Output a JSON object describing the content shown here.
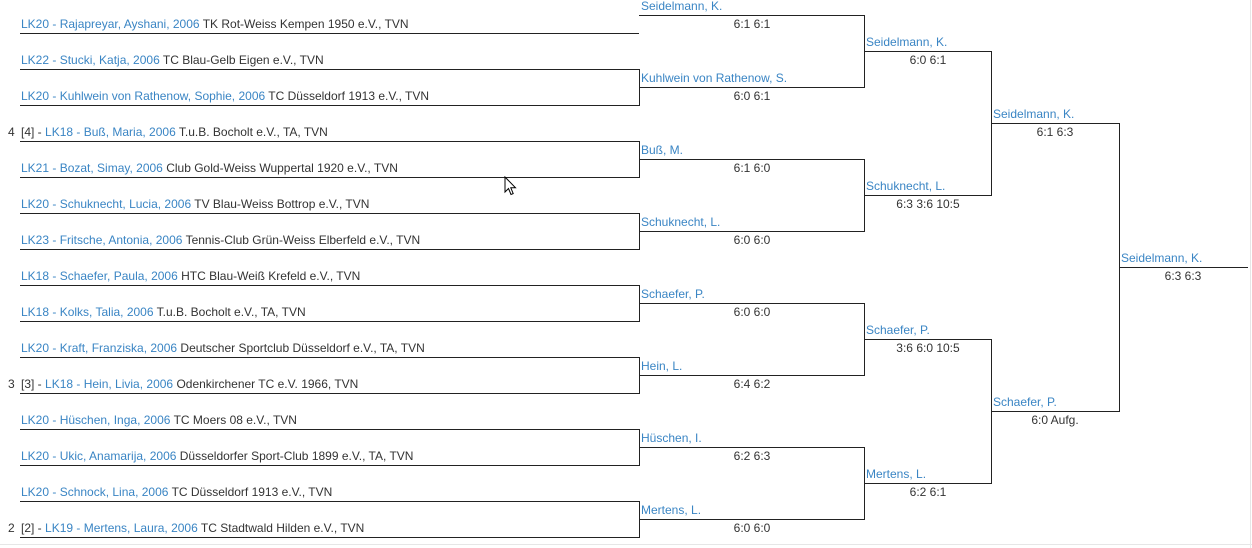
{
  "colors": {
    "link": "#3a85c4",
    "text": "#333333",
    "line": "#222222"
  },
  "round1": [
    {
      "seed": "",
      "player": "LK20 - Rajapreyar, Ayshani, 2006",
      "club": "TK Rot-Weiss Kempen 1950 e.V., TVN"
    },
    {
      "seed": "",
      "player": "LK22 - Stucki, Katja, 2006",
      "club": "TC Blau-Gelb Eigen e.V., TVN"
    },
    {
      "seed": "",
      "player": "LK20 - Kuhlwein von Rathenow, Sophie, 2006",
      "club": "TC Düsseldorf 1913 e.V., TVN"
    },
    {
      "seed": "4",
      "player": "LK18 - Buß, Maria, 2006",
      "seed_tag": "[4] - ",
      "club": "T.u.B. Bocholt e.V., TA, TVN"
    },
    {
      "seed": "",
      "player": "LK21 - Bozat, Simay, 2006",
      "club": "Club Gold-Weiss Wuppertal 1920 e.V., TVN"
    },
    {
      "seed": "",
      "player": "LK20 - Schuknecht, Lucia, 2006",
      "club": "TV Blau-Weiss Bottrop e.V., TVN"
    },
    {
      "seed": "",
      "player": "LK23 - Fritsche, Antonia, 2006",
      "club": "Tennis-Club Grün-Weiss Elberfeld e.V., TVN"
    },
    {
      "seed": "",
      "player": "LK18 - Schaefer, Paula, 2006",
      "club": "HTC Blau-Weiß Krefeld e.V., TVN"
    },
    {
      "seed": "",
      "player": "LK18 - Kolks, Talia, 2006",
      "club": "T.u.B. Bocholt e.V., TA, TVN"
    },
    {
      "seed": "",
      "player": "LK20 - Kraft, Franziska, 2006",
      "club": "Deutscher Sportclub Düsseldorf e.V., TA, TVN"
    },
    {
      "seed": "3",
      "player": "LK18 - Hein, Livia, 2006",
      "seed_tag": "[3] - ",
      "club": "Odenkirchener TC e.V. 1966, TVN"
    },
    {
      "seed": "",
      "player": "LK20 - Hüschen, Inga, 2006",
      "club": "TC Moers 08 e.V., TVN"
    },
    {
      "seed": "",
      "player": "LK20 - Ukic, Anamarija, 2006",
      "club": "Düsseldorfer Sport-Club 1899 e.V., TA, TVN"
    },
    {
      "seed": "",
      "player": "LK20 - Schnock, Lina, 2006",
      "club": "TC Düsseldorf 1913 e.V., TVN"
    },
    {
      "seed": "2",
      "player": "LK19 - Mertens, Laura, 2006",
      "seed_tag": "[2] - ",
      "club": "TC Stadtwald Hilden e.V., TVN"
    }
  ],
  "round2": [
    {
      "winner": "Seidelmann, K.",
      "score": "6:1 6:1"
    },
    {
      "winner": "Kuhlwein von Rathenow, S.",
      "score": "6:0 6:1"
    },
    {
      "winner": "Buß, M.",
      "score": "6:1 6:0"
    },
    {
      "winner": "Schuknecht, L.",
      "score": "6:0 6:0"
    },
    {
      "winner": "Schaefer, P.",
      "score": "6:0 6:0"
    },
    {
      "winner": "Hein, L.",
      "score": "6:4 6:2"
    },
    {
      "winner": "Hüschen, I.",
      "score": "6:2 6:3"
    },
    {
      "winner": "Mertens, L.",
      "score": "6:0 6:0"
    }
  ],
  "round3": [
    {
      "winner": "Seidelmann, K.",
      "score": "6:0 6:1"
    },
    {
      "winner": "Schuknecht, L.",
      "score": "6:3 3:6 10:5"
    },
    {
      "winner": "Schaefer, P.",
      "score": "3:6 6:0 10:5"
    },
    {
      "winner": "Mertens, L.",
      "score": "6:2 6:1"
    }
  ],
  "round4": [
    {
      "winner": "Seidelmann, K.",
      "score": "6:1 6:3"
    },
    {
      "winner": "Schaefer, P.",
      "score": "6:0 Aufg."
    }
  ],
  "final": {
    "winner": "Seidelmann, K.",
    "score": "6:3 6:3"
  }
}
